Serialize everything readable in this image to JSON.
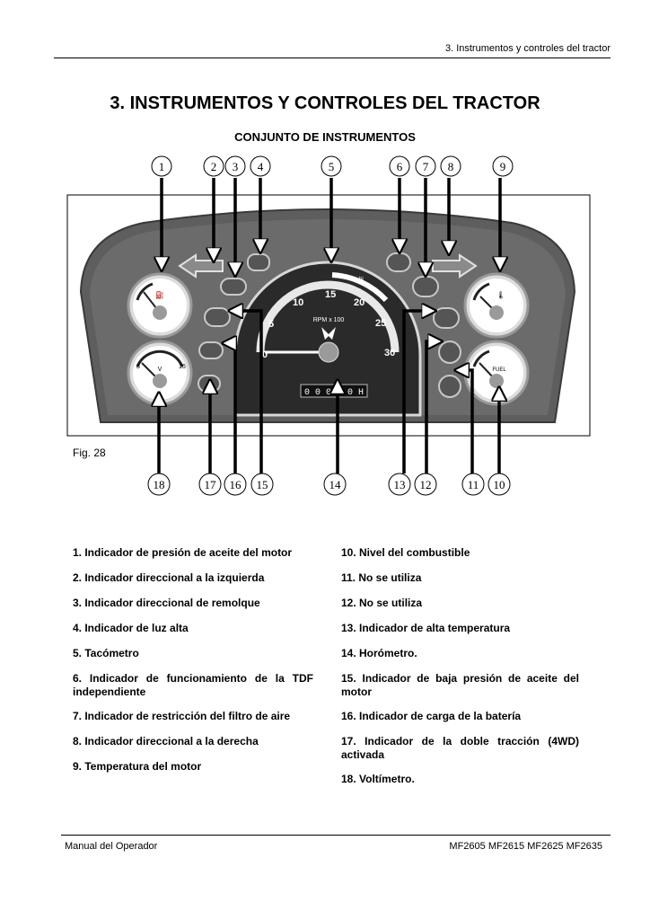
{
  "header": {
    "section": "3. Instrumentos y controles del tractor"
  },
  "title": "3. INSTRUMENTOS Y CONTROLES DEL TRACTOR",
  "subtitle": "CONJUNTO DE INSTRUMENTOS",
  "figure": {
    "caption": "Fig. 28",
    "top_callouts": [
      "1",
      "2",
      "3",
      "4",
      "5",
      "6",
      "7",
      "8",
      "9"
    ],
    "bottom_callouts": [
      "18",
      "17",
      "16",
      "15",
      "14",
      "13",
      "12",
      "11",
      "10"
    ],
    "gauge_labels": {
      "tach_ticks": [
        "0",
        "5",
        "10",
        "15",
        "20",
        "25",
        "30"
      ],
      "tach_units": "RPM x 100",
      "tach_zone_hi": "hi",
      "volt_low": "8",
      "volt_high": "16",
      "volt_unit": "V",
      "fuel_label": "FUEL",
      "hourmeter": "0 0 0 0 0 H"
    },
    "colors": {
      "panel": "#666666",
      "panel_dark": "#3e3e3e",
      "gauge_face": "#ffffff",
      "display": "#1a1a1a"
    }
  },
  "legend_left": [
    "1. Indicador de presión de aceite del motor",
    "2. Indicador direccional a la izquierda",
    "3. Indicador direccional de remolque",
    "4. Indicador de luz alta",
    "5. Tacómetro",
    "6. Indicador de funcionamiento de la TDF independiente",
    "7. Indicador de restricción del filtro de aire",
    "8. Indicador direccional a la derecha",
    "9. Temperatura del motor"
  ],
  "legend_right": [
    "10. Nivel del combustible",
    "11. No se utiliza",
    "12. No se utiliza",
    "13. Indicador de alta temperatura",
    "14. Horómetro.",
    "15. Indicador de baja presión de aceite del motor",
    "16. Indicador de carga de la batería",
    "17. Indicador de la doble tracción (4WD) activada",
    "18. Voltímetro."
  ],
  "footer": {
    "left": "Manual del Operador",
    "right": "MF2605  MF2615  MF2625 MF2635"
  }
}
